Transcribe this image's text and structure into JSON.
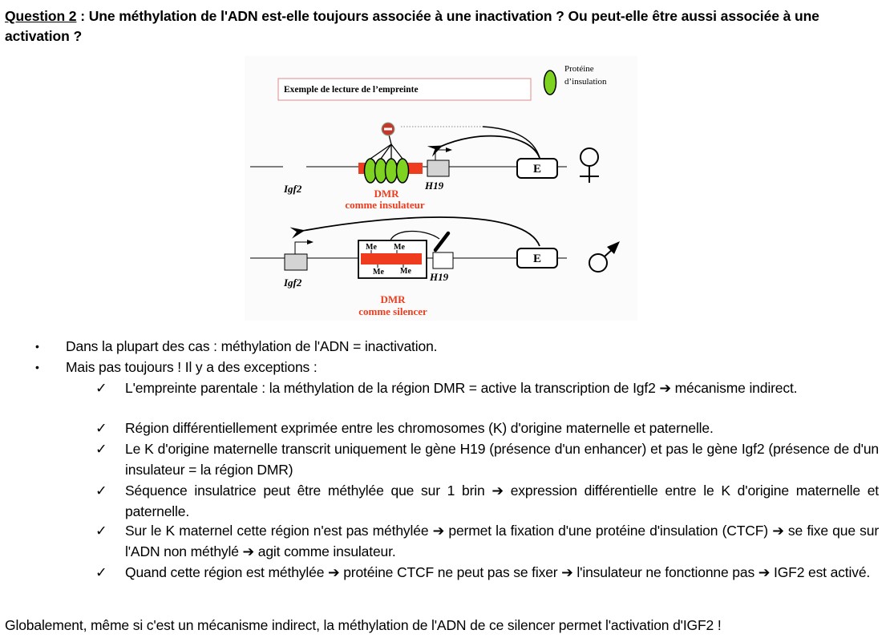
{
  "heading": {
    "question_label": "Question 2",
    "question_text": " : Une méthylation de l'ADN est-elle toujours associée à une inactivation ? Ou peut-elle être aussi associée à une activation ?"
  },
  "diagram": {
    "title": "Exemple de lecture de l’empreinte",
    "legend_line1": "Protéine",
    "legend_line2": "d’insulation",
    "enhancer": "E",
    "igf2": "Igf2",
    "h19": "H19",
    "me": "Me",
    "maternal": {
      "dmr": "DMR",
      "role": "comme insulateur"
    },
    "paternal": {
      "dmr": "DMR",
      "role": "comme silencer"
    },
    "colors": {
      "dmr_red": "#f03c1e",
      "protein_green": "#7ed321",
      "gene_grey": "#d4d4d4"
    }
  },
  "bullets": [
    "Dans la plupart des cas : méthylation de l'ADN = inactivation.",
    "Mais pas toujours ! Il y a des exceptions :"
  ],
  "checks": [
    "L'empreinte parentale : la méthylation de la région DMR = active la transcription de Igf2 ➔ mécanisme indirect.",
    "Région différentiellement exprimée entre les chromosomes (K) d'origine maternelle et paternelle.",
    "Le K d'origine maternelle transcrit uniquement le gène H19 (présence d'un enhancer) et pas le gène Igf2 (présence de d'un insulateur = la région DMR)",
    "Séquence insulatrice peut être méthylée que sur 1 brin ➔ expression différentielle entre le K d'origine maternelle et paternelle.",
    "Sur le K maternel cette région n'est pas méthylée ➔ permet la fixation d'une protéine d'insulation (CTCF) ➔ se fixe que sur l'ADN non méthylé ➔ agit comme insulateur.",
    "Quand cette région est méthylée ➔ protéine CTCF ne peut pas se fixer ➔ l'insulateur ne fonctionne pas ➔ IGF2 est activé."
  ],
  "marks": {
    "bullet": "•",
    "check": "✓"
  },
  "conclusion": "Globalement, même si c'est un mécanisme indirect, la méthylation de l'ADN de ce silencer permet l'activation d'IGF2 !"
}
